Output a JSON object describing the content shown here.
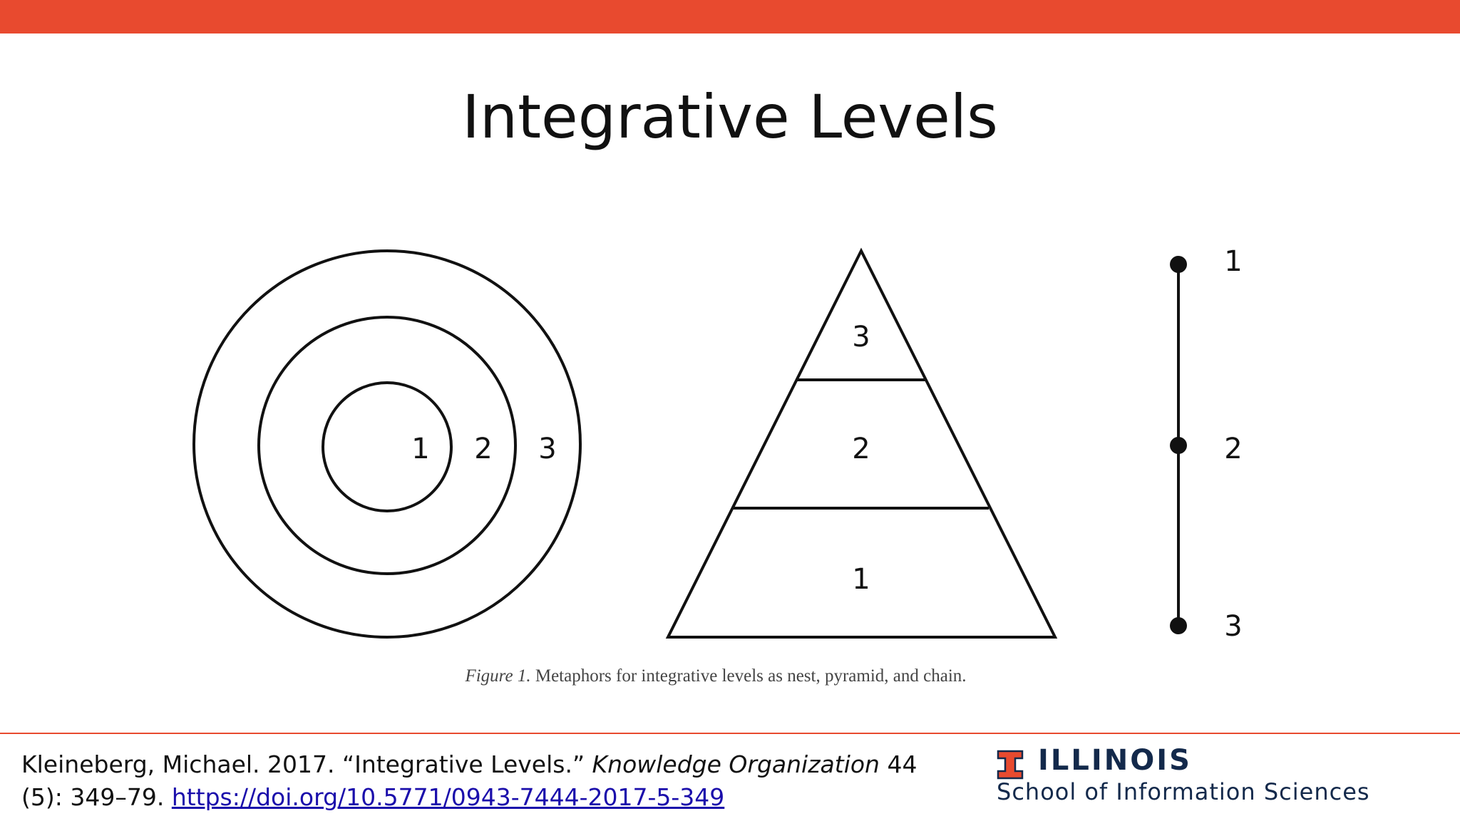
{
  "slide": {
    "title": "Integrative Levels",
    "accent_color": "#E84A2F"
  },
  "figure": {
    "nest": {
      "labels": [
        "1",
        "2",
        "3"
      ]
    },
    "pyramid": {
      "labels": [
        "3",
        "2",
        "1"
      ]
    },
    "chain": {
      "labels": [
        "1",
        "2",
        "3"
      ]
    },
    "caption_prefix": "Figure 1.",
    "caption_text": " Metaphors for integrative levels as nest, pyramid, and chain."
  },
  "citation": {
    "text_before": "Kleineberg, Michael. 2017. “Integrative Levels.” ",
    "journal": "Knowledge Organization",
    "text_after": " 44 (5): 349–79. ",
    "url": "https://doi.org/10.5771/0943-7444-2017-5-349"
  },
  "logo": {
    "name": "ILLINOIS",
    "subtitle": "School of Information Sciences",
    "mark_color": "#E84A2F",
    "text_color": "#13294B"
  }
}
